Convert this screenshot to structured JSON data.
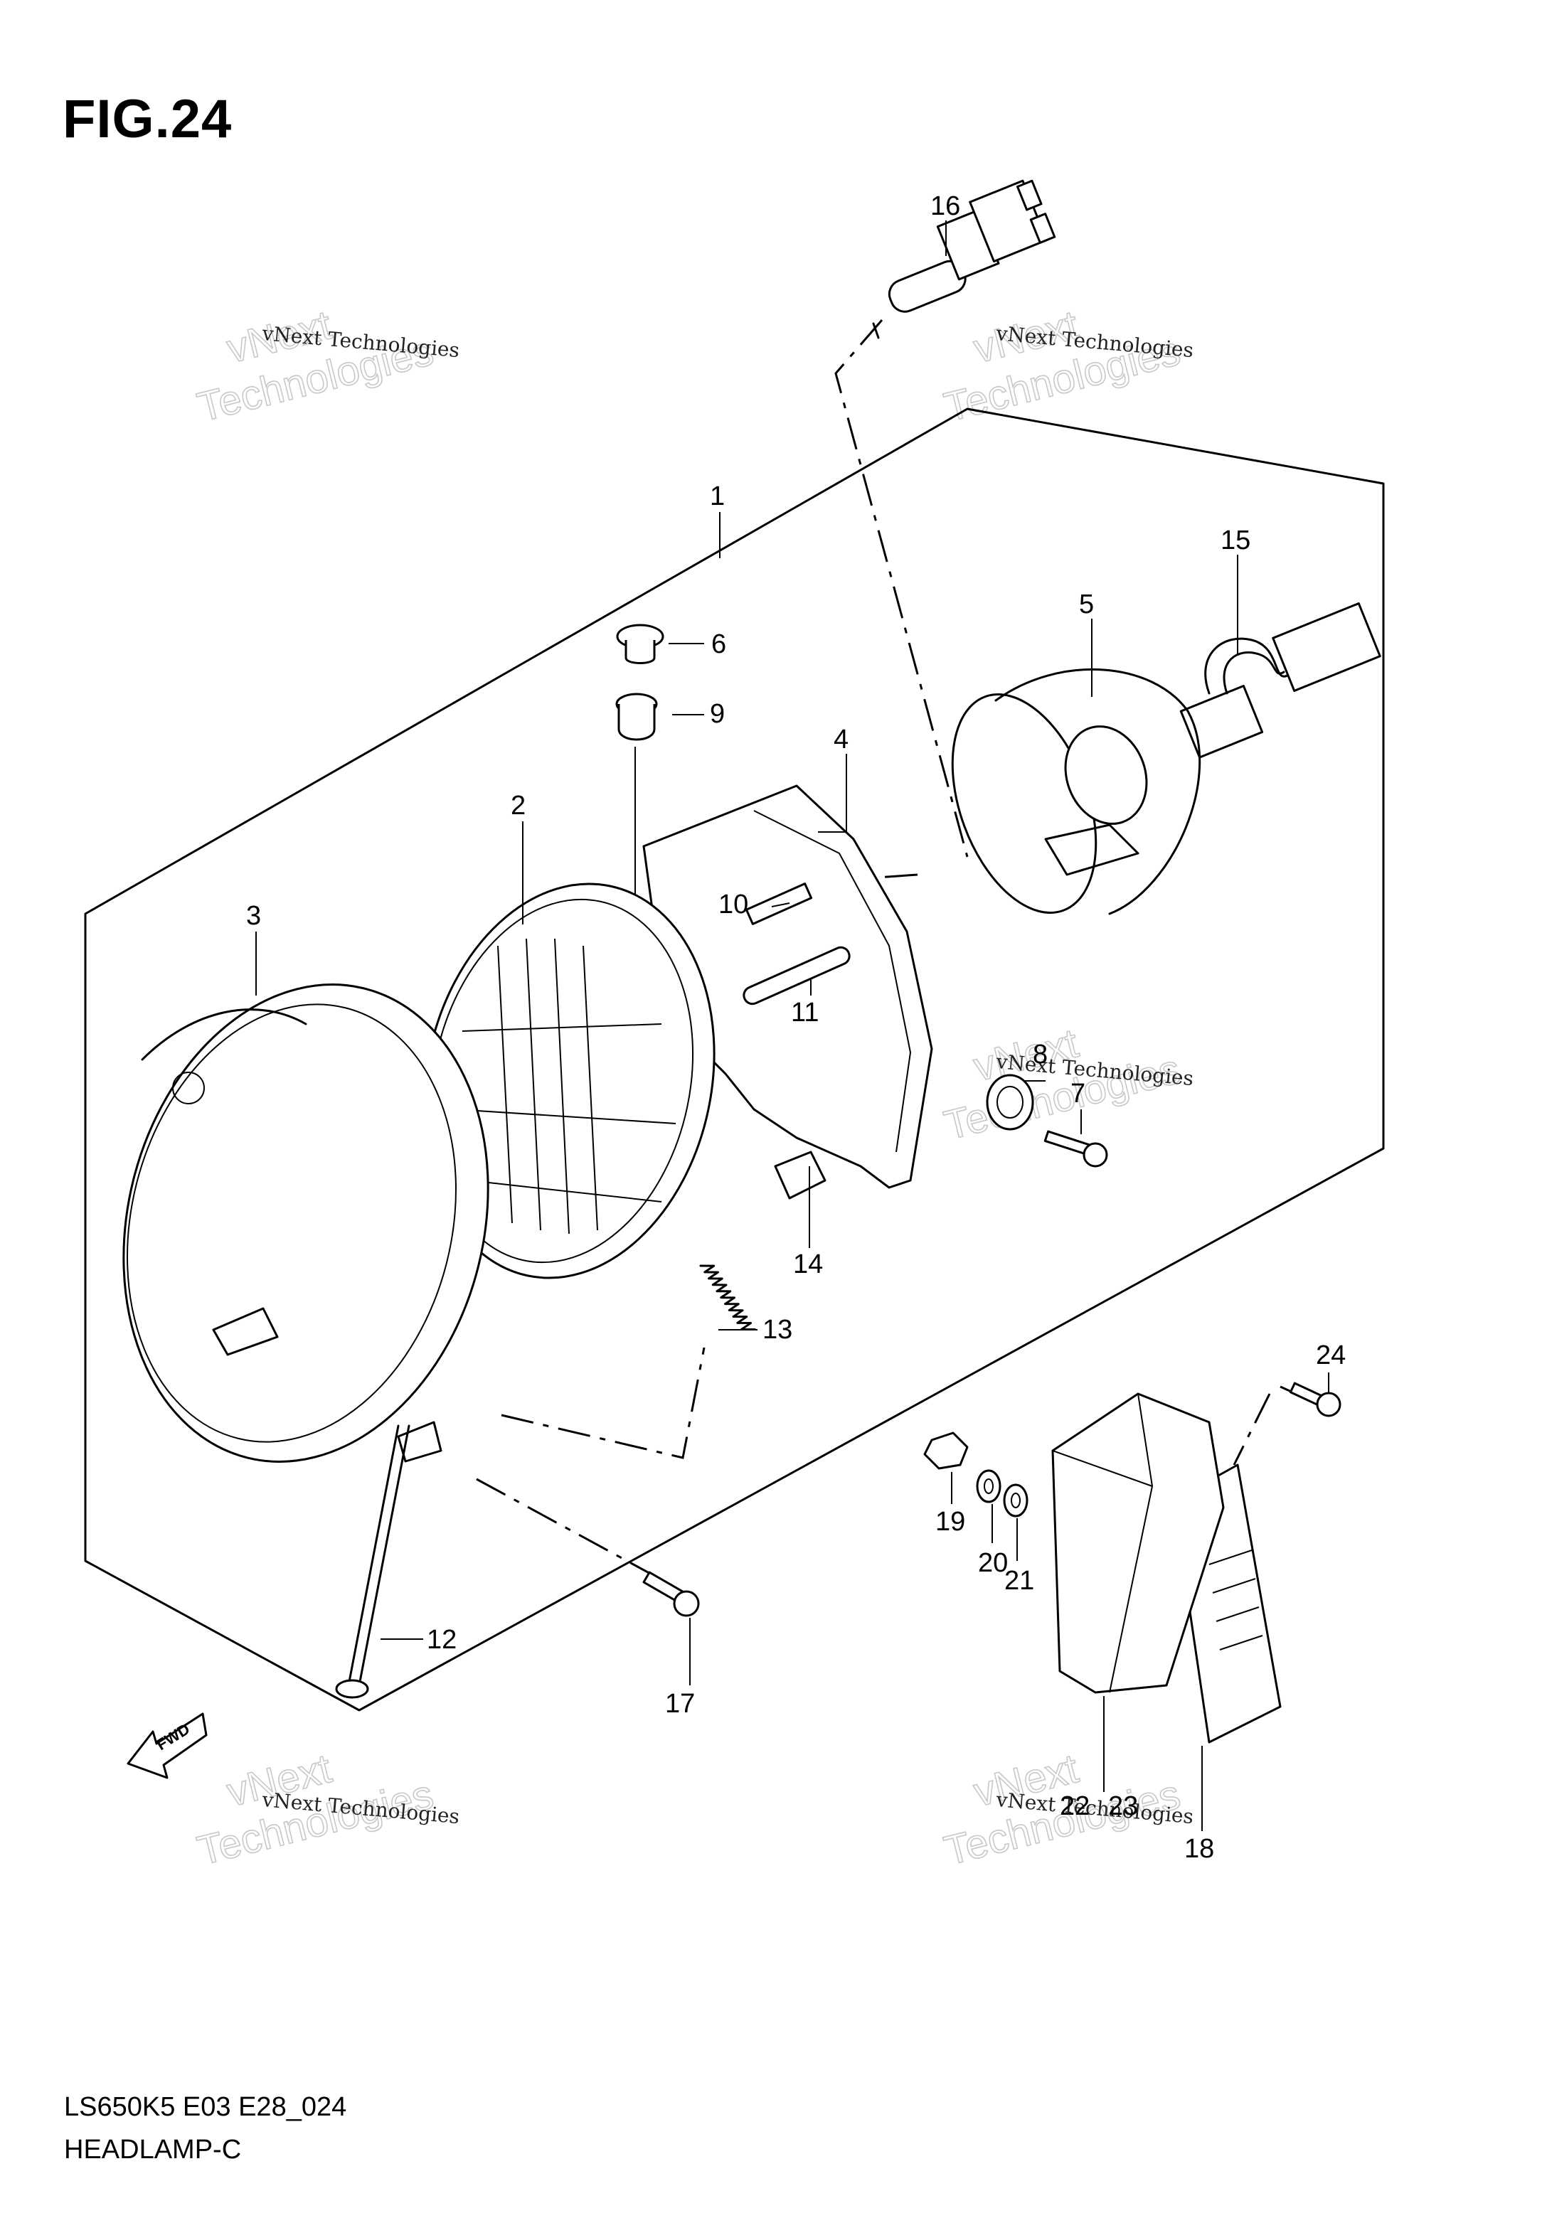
{
  "figure": {
    "title": "FIG.24",
    "model_code": "LS650K5 E03 E28_024",
    "diagram_name": "HEADLAMP-C"
  },
  "watermark": {
    "line_small_1": "vNext Technologies",
    "line_big_1": "vNext",
    "line_big_2": "Technologies"
  },
  "fwd_label": "FWD",
  "callouts": [
    "1",
    "2",
    "3",
    "4",
    "5",
    "6",
    "7",
    "8",
    "9",
    "10",
    "11",
    "12",
    "13",
    "14",
    "15",
    "16",
    "17",
    "19",
    "20",
    "21",
    "22",
    "23",
    "18",
    "24"
  ]
}
